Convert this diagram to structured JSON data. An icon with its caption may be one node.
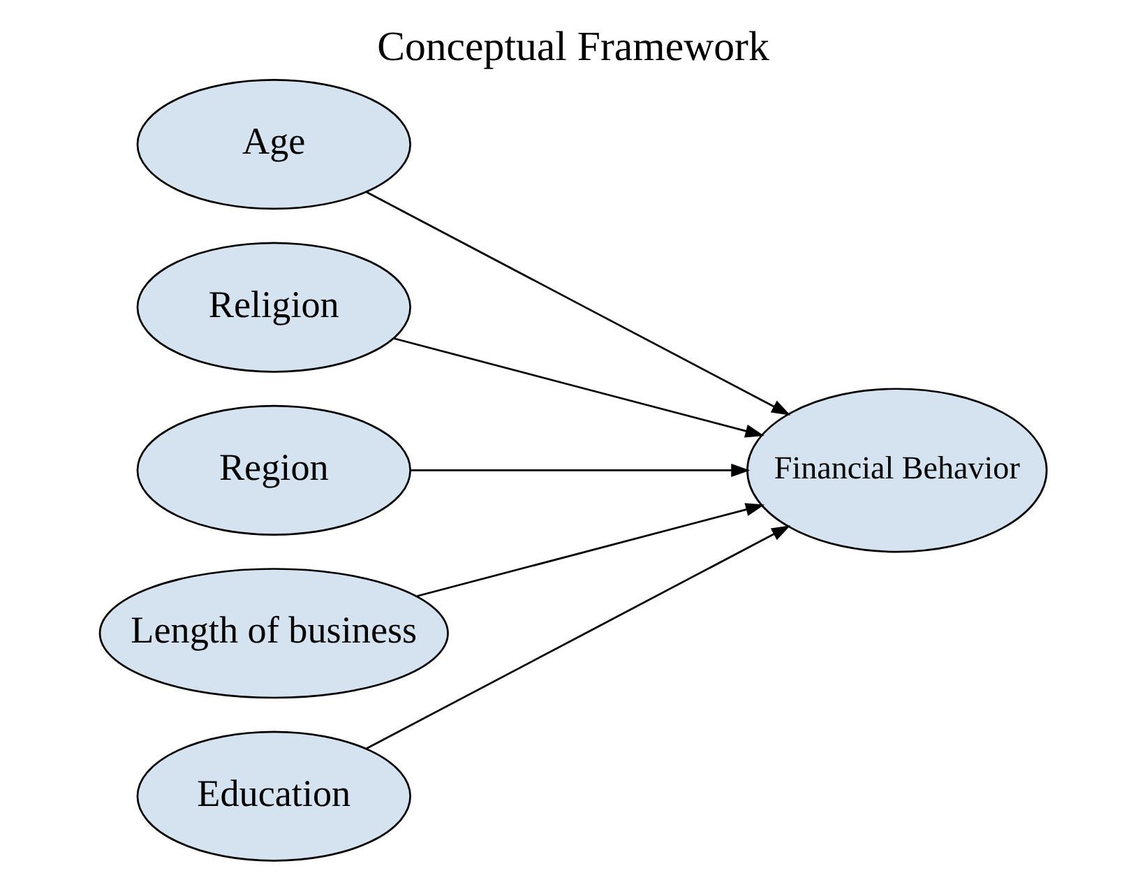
{
  "diagram": {
    "title": "Conceptual Framework",
    "nodes": [
      {
        "text": [
          "Age"
        ]
      },
      {
        "text": [
          "Religion"
        ]
      },
      {
        "text": [
          "Region"
        ]
      },
      {
        "text": [
          "Length of business"
        ]
      },
      {
        "text": [
          "Education"
        ]
      },
      {
        "text": [
          "Financial Behavior"
        ]
      }
    ],
    "edges": [
      {
        "from": 0,
        "to": 5,
        "arrow": "to"
      },
      {
        "from": 1,
        "to": 5,
        "arrow": "to"
      },
      {
        "from": 2,
        "to": 5,
        "arrow": "to"
      },
      {
        "from": 3,
        "to": 5,
        "arrow": "to"
      },
      {
        "from": 4,
        "to": 5,
        "arrow": "to"
      }
    ]
  }
}
